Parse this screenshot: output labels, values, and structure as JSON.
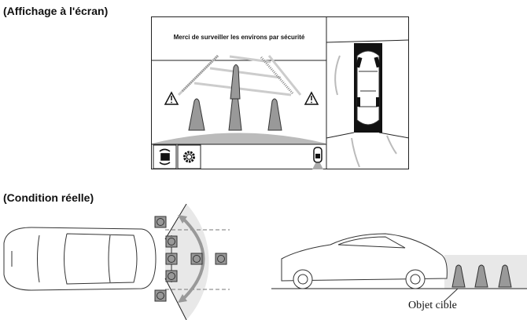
{
  "headings": {
    "screen_display": "(Affichage à l'écran)",
    "real_condition": "(Condition réelle)"
  },
  "screen": {
    "message": "Merci de surveiller les environs par sécurité",
    "buttons": [
      {
        "icon": "camera-switch-icon"
      },
      {
        "icon": "gear-icon"
      }
    ],
    "indicator_icon": "car-view-indicator-icon",
    "warning_icons": [
      "warning-triangle-icon",
      "warning-triangle-icon"
    ]
  },
  "caption": {
    "target_object": "Objet cible"
  }
}
